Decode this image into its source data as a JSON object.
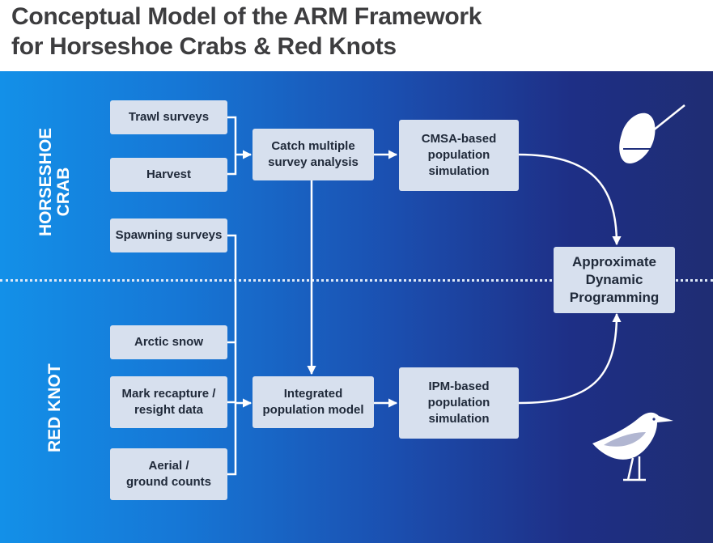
{
  "title": {
    "line1": "Conceptual Model of the ARM Framework",
    "line2": "for Horseshoe Crabs & Red Knots"
  },
  "sections": {
    "horseshoe_crab": [
      "HORSESHOE",
      "CRAB"
    ],
    "red_knot": "RED KNOT"
  },
  "boxes": {
    "trawl_surveys": "Trawl surveys",
    "harvest": "Harvest",
    "spawning_surveys": "Spawning surveys",
    "arctic_snow": "Arctic snow",
    "mark_recapture": [
      "Mark recapture /",
      "resight data"
    ],
    "aerial_counts": [
      "Aerial /",
      "ground counts"
    ],
    "catch_multiple": [
      "Catch multiple",
      "survey analysis"
    ],
    "integrated_model": [
      "Integrated",
      "population model"
    ],
    "cmsa_simulation": [
      "CMSA-based",
      "population",
      "simulation"
    ],
    "ipm_simulation": [
      "IPM-based",
      "population",
      "simulation"
    ],
    "adp": [
      "Approximate",
      "Dynamic",
      "Programming"
    ]
  },
  "icons": {
    "crab": "horseshoe-crab-icon",
    "bird": "red-knot-bird-icon"
  },
  "colors": {
    "panel_left": "#1390e8",
    "panel_right": "#1f2d73",
    "box_fill": "#d7e0ee",
    "connector": "#ffffff"
  }
}
